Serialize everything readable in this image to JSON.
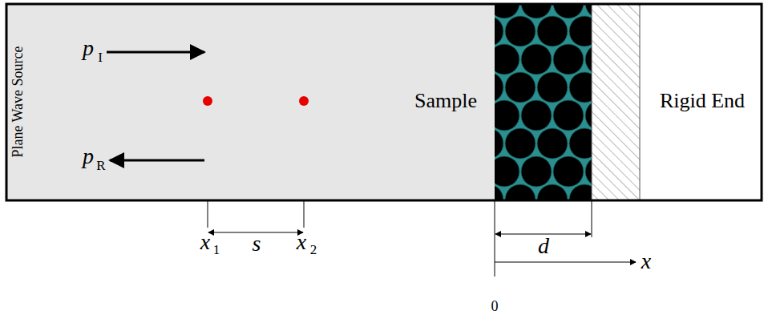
{
  "diagram": {
    "labels": [
      "Plane Wave Source",
      "p",
      "I",
      "p",
      "R",
      "Sample",
      "Rigid End",
      "x",
      "1",
      "s",
      "x",
      "2",
      "d",
      "x",
      "0"
    ]
  }
}
